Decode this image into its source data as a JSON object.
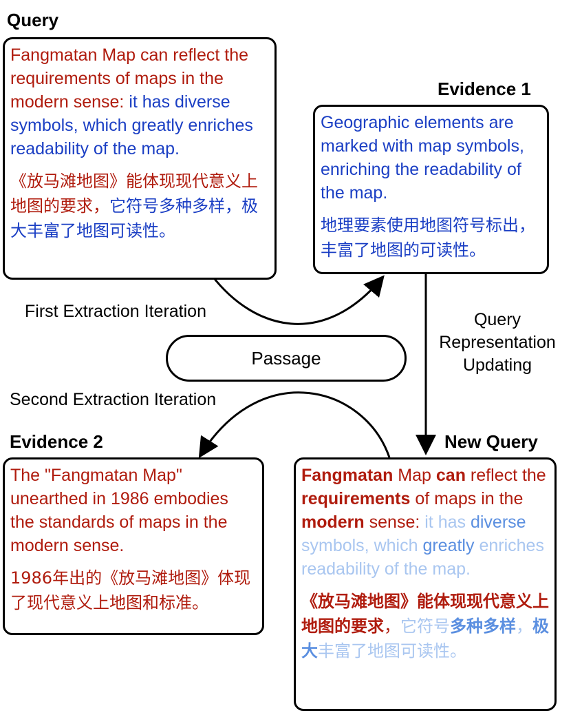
{
  "query": {
    "heading": "Query",
    "en_red": "Fangmatan Map can reflect the requirements of maps in the modern sense:",
    "en_blue": " it has diverse symbols, which greatly enriches  readability of the map.",
    "zh_red": "《放马滩地图》能体现现代意义上地图的要求，",
    "zh_blue": "它符号多种多样，极大丰富了地图可读性。"
  },
  "evidence1": {
    "heading": "Evidence 1",
    "en": "Geographic elements are marked with map symbols,  enriching the readability of the map.",
    "zh": "地理要素使用地图符号标出，丰富了地图的可读性。"
  },
  "evidence2": {
    "heading": "Evidence 2",
    "en": "The \"Fangmatan Map\" unearthed  in 1986 embodies the standards of maps in the modern sense.",
    "zh": "1986年出的《放马滩地图》体现了现代意义上地图和标准。"
  },
  "new_query": {
    "heading": "New Query",
    "en": {
      "r1": "Fangmatan",
      "t1": " Map ",
      "r2": "can",
      "t2": " reflect the ",
      "r3": "requirements",
      "t3": " of maps in the ",
      "r4": "modern",
      "t4": " sense:",
      "f1": " it has ",
      "l1": "diverse",
      "f2": " symbols, which ",
      "l2": "greatly",
      "f3": " enriches  readability of the map."
    },
    "zh": {
      "r1": "《放马滩地图》能体现",
      "r2": "现代",
      "r3": "意义上地图的",
      "r4": "要求",
      "r5": "，",
      "f1": "它符号",
      "l1": "多种多样",
      "f2": "，",
      "l2": "极大",
      "f3": "丰富了地图可读性。"
    }
  },
  "labels": {
    "passage": "Passage",
    "first_iteration": "First Extraction Iteration",
    "second_iteration": "Second Extraction Iteration",
    "query_update_1": "Query",
    "query_update_2": "Representation",
    "query_update_3": "Updating"
  },
  "colors": {
    "red": "#b01c0e",
    "blue": "#1b3fc4",
    "light_blue": "#5b8fe0",
    "faint_blue": "#a9c6f0"
  }
}
